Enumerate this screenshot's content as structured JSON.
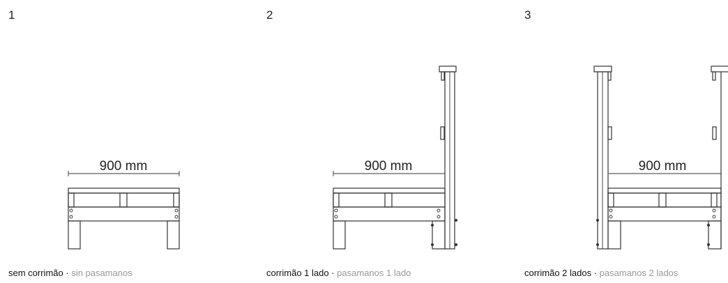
{
  "panels": [
    {
      "number": "1",
      "dimension": "900 mm",
      "caption_main": "sem corrimão",
      "separator": " · ",
      "caption_sub": "sin pasamanos"
    },
    {
      "number": "2",
      "dimension": "900 mm",
      "caption_main": "corrimão 1 lado",
      "separator": " · ",
      "caption_sub": "pasamanos 1 lado"
    },
    {
      "number": "3",
      "dimension": "900 mm",
      "caption_main": "corrimão 2 lados",
      "separator": " · ",
      "caption_sub": "pasamanos 2 lados"
    }
  ],
  "colors": {
    "line": "#333333",
    "caption_sub": "#9a9a9a"
  }
}
